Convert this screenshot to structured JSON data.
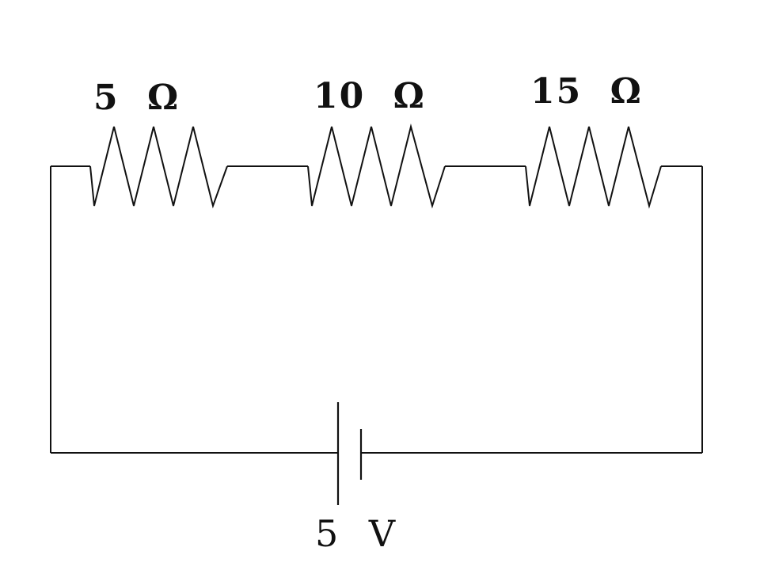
{
  "resistors": [
    {
      "value": "5",
      "unit": "Ω"
    },
    {
      "value": "10",
      "unit": "Ω"
    },
    {
      "value": "15",
      "unit": "Ω"
    }
  ],
  "source": {
    "value": "5",
    "unit": "V"
  }
}
